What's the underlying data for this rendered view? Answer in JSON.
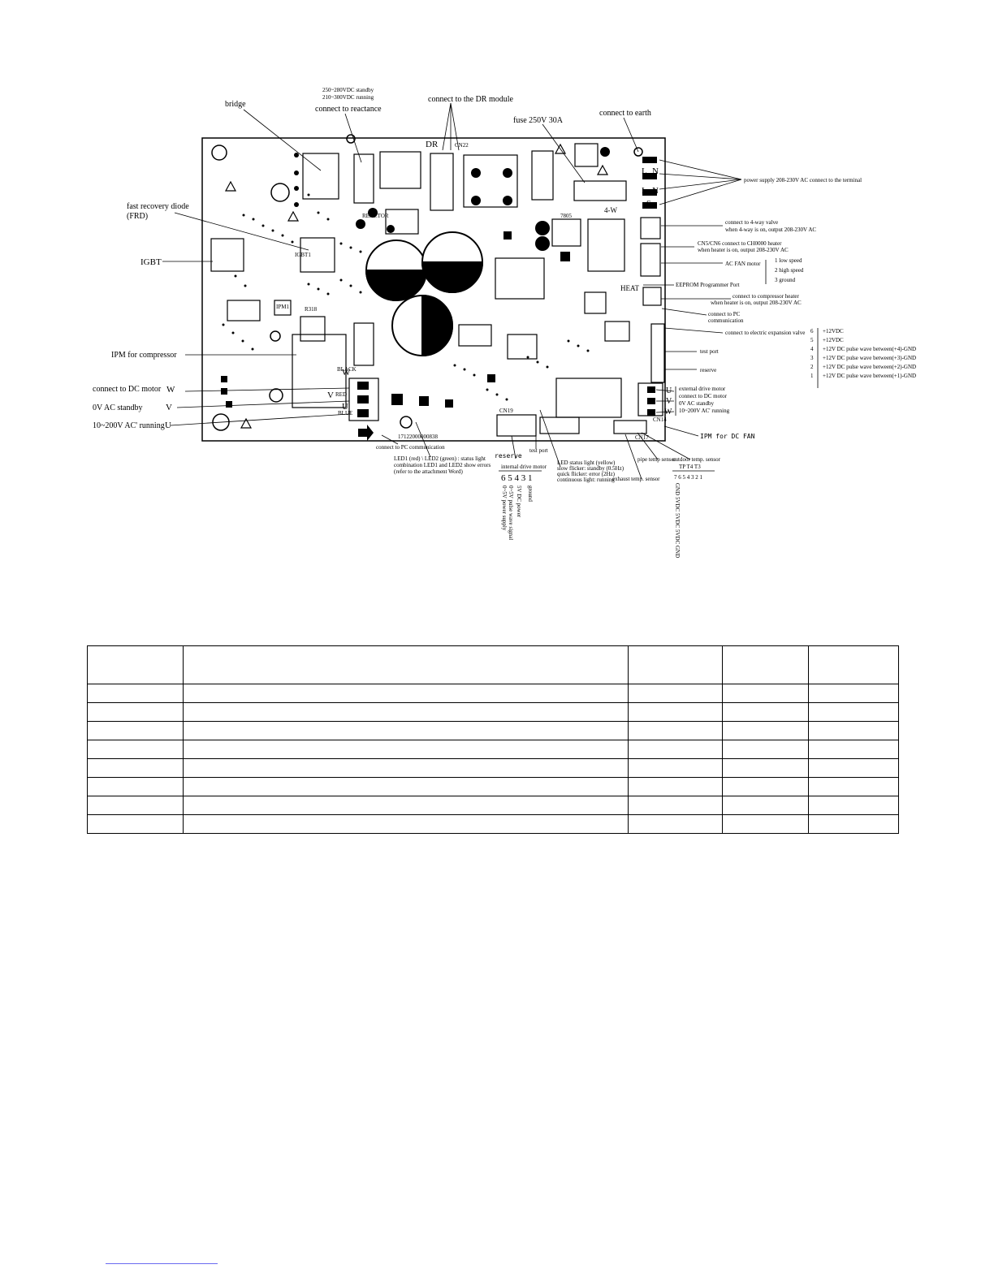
{
  "diagram": {
    "top_notes": {
      "voltage_standby": "250~280VDC standby",
      "voltage_running": "210~300VDC running"
    },
    "labels": {
      "bridge": "bridge",
      "reactance": "connect to reactance",
      "dr_module": "connect to the DR module",
      "fuse": "fuse 250V 30A",
      "earth": "connect to earth",
      "frd_line1": "fast recovery diode",
      "frd_line2": "(FRD)",
      "igbt": "IGBT",
      "ipm_compressor": "IPM for compressor",
      "dc_motor": "connect to DC motor",
      "standby": "0V AC standby",
      "running": "10~200V AC' running",
      "power_supply": "power supply 208-230V AC connect to the terminal",
      "fourway_line1": "connect to 4-way valve",
      "fourway_line2": "when 4-way is on, output 208-230V AC",
      "cn5_line1": "CN5/CN6 connect to CH0000 heater",
      "cn5_line2": "when heater is on, output 208-230V AC",
      "ac_fan": "AC FAN motor",
      "fan_low": "1 low speed",
      "fan_high": "2 high speed",
      "fan_ground": "3 ground",
      "eeprom": "EEPROM Programmer Port",
      "comp_heater_line1": "connect to compressor heater",
      "comp_heater_line2": "when heater is on, output 208-230V AC",
      "pc_comm_right_line1": "connect to PC",
      "pc_comm_right_line2": "communication",
      "expansion_valve": "connect to electric expansion valve",
      "test_port": "test port",
      "reserve_right": "reserve",
      "ext_drive_motor_line1": "external drive motor",
      "ext_drive_motor_line2": "connect to DC motor",
      "ext_drive_motor_line3": "0V AC standby",
      "ext_drive_motor_line4": "10~200V AC' running",
      "ipm_dc_fan": "IPM for DC FAN",
      "pc_comm_bottom": "connect to PC communication",
      "led_line1": "LED1 (red) \\ LED2 (green) : status light",
      "led_line2": "combination LED1 and LED2 show errors",
      "led_line3": "(refer to the attachment Word)",
      "reserve_bottom": "reserve",
      "internal_drive_motor": "internal drive motor",
      "pin_numbers": "6 5 4 3   1",
      "test_port_bottom": "test port",
      "led_status_line1": "LED status light (yellow)",
      "led_status_line2": "slow flicker: standby (0.5Hz)",
      "led_status_line3": "quick flicker: error (2Hz)",
      "led_status_line4": "continuous light: running",
      "pipe_temp": "pipe temp sensor",
      "outdoor_temp": "outdoor temp. sensor",
      "sensor_letters": "TP  T4  T3",
      "sensor_pins": "7 6 5 4 3 2 1",
      "exhaust_temp": "exhaust temp. sensor",
      "vertical_a": "0~5V power supply",
      "vertical_b": "0~5V pulse wave signal",
      "vertical_c": "5V DC power",
      "vertical_d": "ground",
      "sensor_vertical": "GND 5VDC 5VDC 5VDC GND"
    },
    "phase_letters": {
      "w": "W",
      "v": "V",
      "u": "U"
    },
    "pin_list": [
      {
        "num": "6",
        "text": "+12VDC"
      },
      {
        "num": "5",
        "text": "+12VDC"
      },
      {
        "num": "4",
        "text": "+12V DC pulse wave between(+4)-GND"
      },
      {
        "num": "3",
        "text": "+12V DC pulse wave between(+3)-GND"
      },
      {
        "num": "2",
        "text": "+12V DC pulse wave between(+2)-GND"
      },
      {
        "num": "1",
        "text": "+12V DC pulse wave between(+1)-GND"
      }
    ],
    "board_marks": {
      "dr": "DR",
      "cn22": "CN22",
      "reactor": "REACTOR",
      "r318": "R318",
      "black": "BLACK",
      "red": "RED",
      "blue": "BLUE",
      "ic7805": "7805",
      "fourway": "4-W",
      "heat": "HEAT",
      "cn19": "CN19",
      "cn17": "CN17",
      "cn14": "CN14",
      "l": "L",
      "n": "N",
      "s": "S",
      "igbt1": "IGBT1",
      "ipm1": "IPM1",
      "model": "17122000000838"
    }
  },
  "table": {
    "row_count": 9,
    "col_count": 5
  },
  "colors": {
    "ink": "#000000",
    "board_fill": "#ffffff",
    "footer_link": "#6a6af0"
  }
}
